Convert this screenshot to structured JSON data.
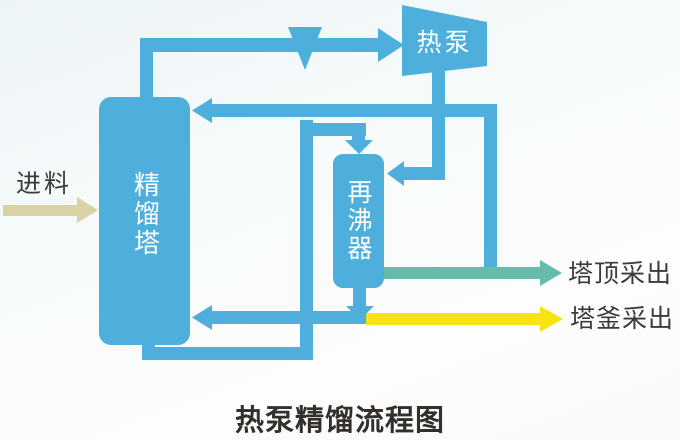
{
  "diagram": {
    "title": "热泵精馏流程图",
    "nodes": {
      "tower": "精馏塔",
      "heat_pump": "热泵",
      "reboiler": "再沸器"
    },
    "streams": {
      "feed": "进料",
      "top_product": "塔顶采出",
      "bottom_product": "塔釜采出"
    }
  },
  "colors": {
    "pipe": "#4fafdc",
    "top_product_teal": "#66bcab",
    "bottom_product_yellow": "#f7e412",
    "feed_beige": "#d8d2a4",
    "label_text": "#3d3b3a",
    "title_text": "#332f2d"
  }
}
